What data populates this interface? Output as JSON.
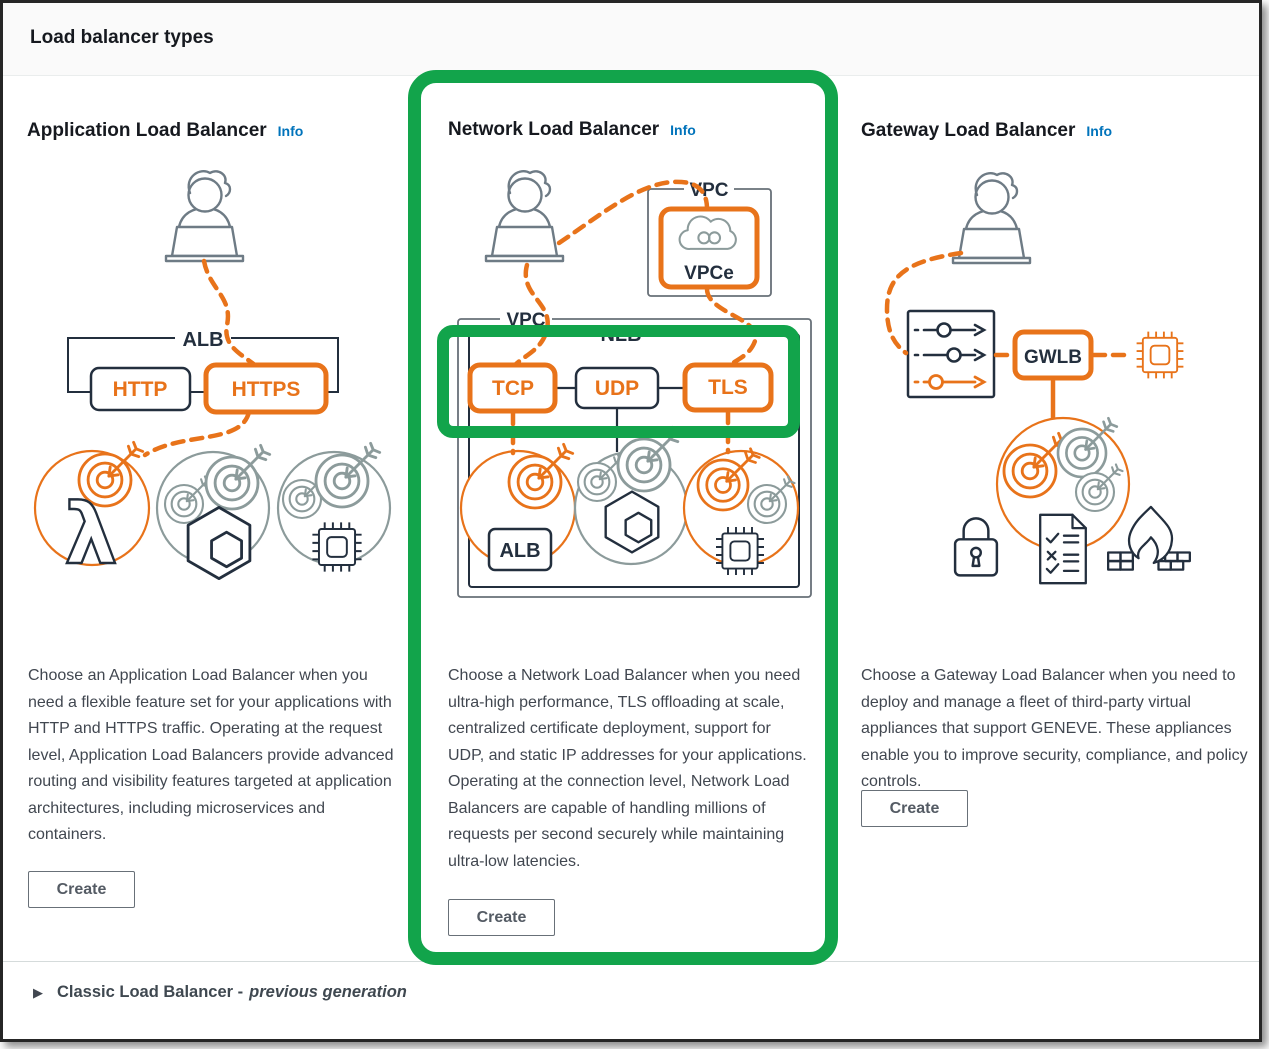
{
  "header": {
    "title": "Load balancer types"
  },
  "cards": {
    "alb": {
      "title": "Application Load Balancer",
      "info": "Info",
      "description": "Choose an Application Load Balancer when you need a flexible feature set for your applications with HTTP and HTTPS traffic. Operating at the request level, Application Load Balancers provide advanced routing and visibility features targeted at application architectures, including microservices and containers.",
      "create": "Create",
      "labels": {
        "group": "ALB",
        "http": "HTTP",
        "https": "HTTPS"
      }
    },
    "nlb": {
      "title": "Network Load Balancer",
      "info": "Info",
      "description": "Choose a Network Load Balancer when you need ultra-high performance, TLS offloading at scale, centralized certificate deployment, support for UDP, and static IP addresses for your applications. Operating at the connection level, Network Load Balancers are capable of handling millions of requests per second securely while maintaining ultra-low latencies.",
      "create": "Create",
      "labels": {
        "vpc_top": "VPC",
        "vpce": "VPCe",
        "vpc": "VPC",
        "group": "NLB",
        "tcp": "TCP",
        "udp": "UDP",
        "tls": "TLS",
        "alb_target": "ALB"
      }
    },
    "gwlb": {
      "title": "Gateway Load Balancer",
      "info": "Info",
      "description": "Choose a Gateway Load Balancer when you need to deploy and manage a fleet of third-party virtual appliances that support GENEVE. These appliances enable you to improve security, compliance, and policy controls.",
      "create": "Create",
      "labels": {
        "gwlb": "GWLB"
      }
    }
  },
  "footer": {
    "classic": "Classic Load Balancer -",
    "classic_italic": "previous generation"
  },
  "icons": {
    "expand_arrow": "▶",
    "lambda": "λ"
  },
  "colors": {
    "accent_orange": "#E8731A",
    "annotation_green": "#12A44B",
    "link_blue": "#0073BB",
    "dark_stroke": "#232F3E",
    "gray_stroke": "#8C9B9B",
    "header_bg": "#FAFAFA",
    "title_text": "#16191F",
    "body_text": "#414750"
  }
}
